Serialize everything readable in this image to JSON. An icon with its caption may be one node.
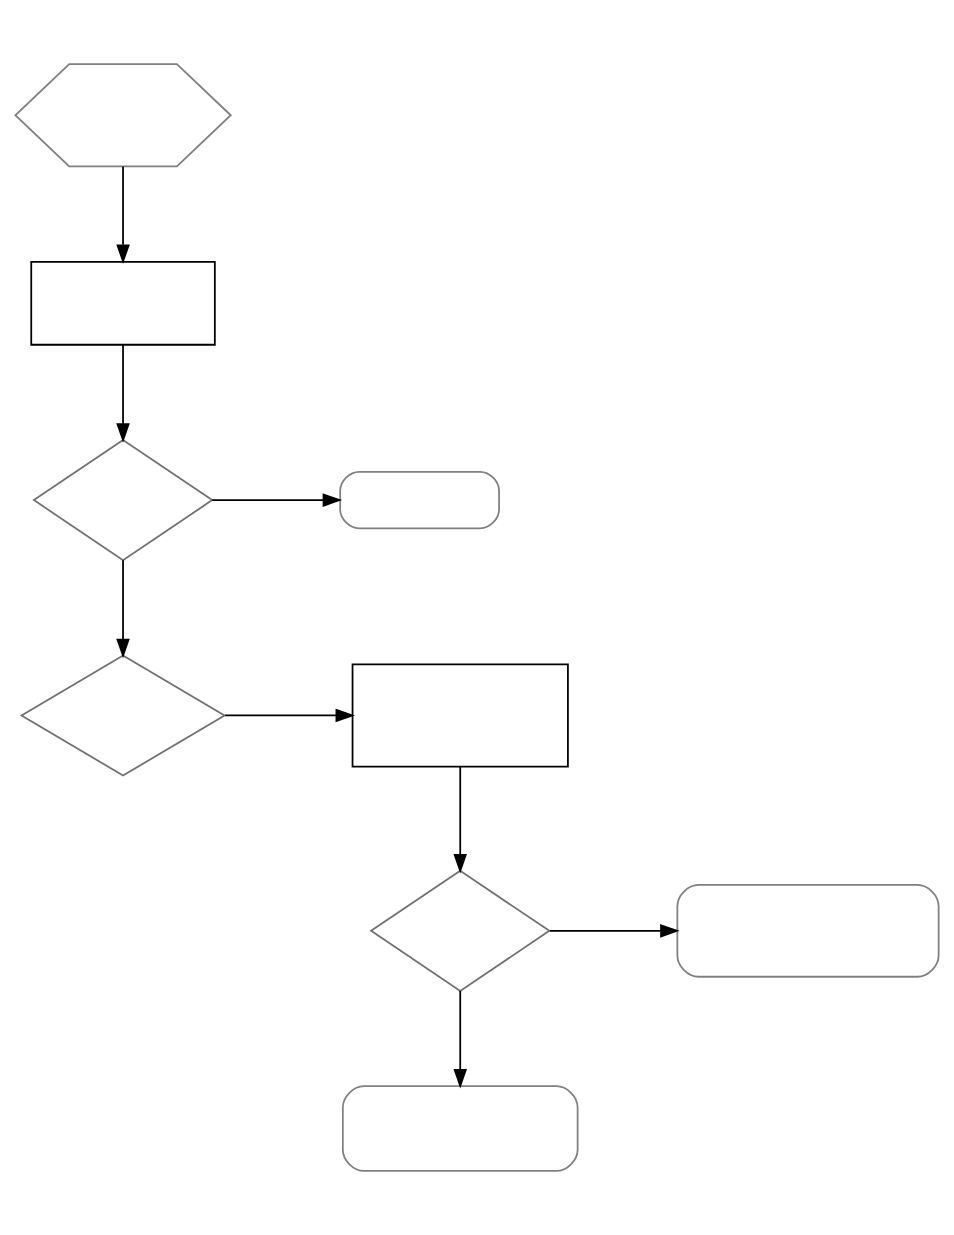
{
  "diagram": {
    "nodes": [
      {
        "text": [],
        "shape": "hexagon"
      },
      {
        "text": [],
        "shape": "box"
      },
      {
        "text": [],
        "shape": "diamond"
      },
      {
        "text": [],
        "shape": "stadium"
      },
      {
        "text": [],
        "shape": "diamond"
      },
      {
        "text": [],
        "shape": "box"
      },
      {
        "text": [],
        "shape": "diamond"
      },
      {
        "text": [],
        "shape": "stadium"
      },
      {
        "text": [],
        "shape": "stadium"
      }
    ],
    "edges": [
      {
        "from": 0,
        "to": 1,
        "arrow": "to"
      },
      {
        "from": 1,
        "to": 2,
        "arrow": "to"
      },
      {
        "from": 2,
        "to": 3,
        "arrow": "to"
      },
      {
        "from": 2,
        "to": 4,
        "arrow": "to"
      },
      {
        "from": 4,
        "to": 5,
        "arrow": "to"
      },
      {
        "from": 5,
        "to": 6,
        "arrow": "to"
      },
      {
        "from": 6,
        "to": 7,
        "arrow": "to"
      },
      {
        "from": 6,
        "to": 8,
        "arrow": "to"
      }
    ]
  }
}
